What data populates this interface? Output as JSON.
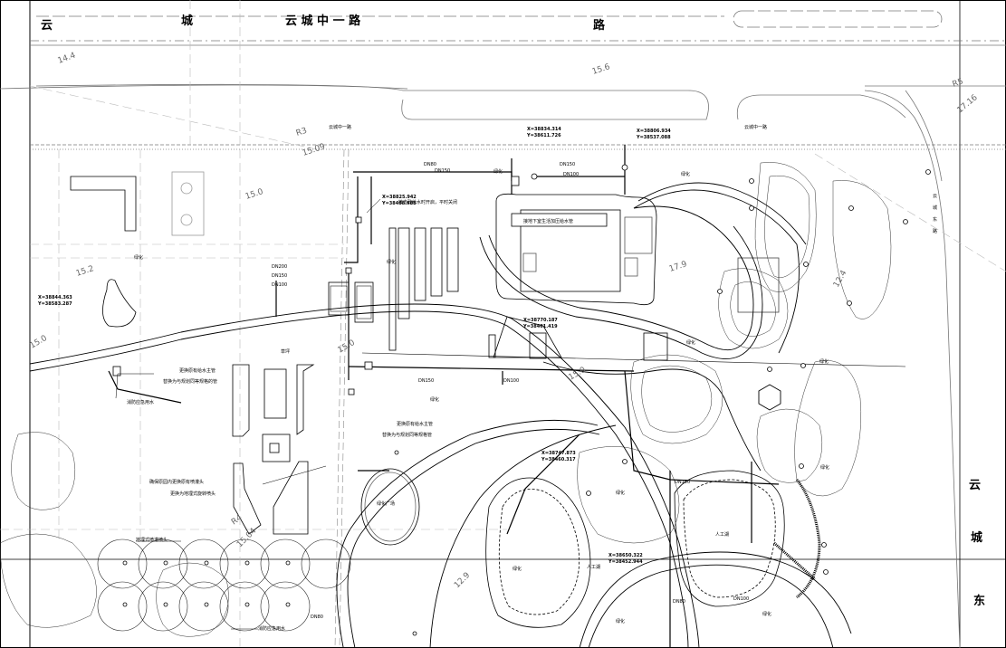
{
  "roads": {
    "top_road": "云 城 中 一 路",
    "top_left_char": "云",
    "top_left_char2": "城",
    "top_road_end_char": "路",
    "east_road_1": "云",
    "east_road_2": "城",
    "east_road_3": "东",
    "side_road_label_1": "云城中一路",
    "side_road_label_2": "云城中一路",
    "side_vertical": [
      "云",
      "城",
      "东",
      "路"
    ]
  },
  "elevations": [
    "14.4",
    "15.6",
    "15.09",
    "15.0",
    "15.2",
    "17.9",
    "12.4",
    "17.16",
    "15.0",
    "15.0",
    "12.9",
    "15.0",
    "15.04"
  ],
  "radii": [
    "R3",
    "R5",
    "R4"
  ],
  "coordinates": [
    {
      "x": "X=38834.314",
      "y": "Y=38611.726"
    },
    {
      "x": "X=38806.934",
      "y": "Y=38537.088"
    },
    {
      "x": "X=38825.942",
      "y": "Y=38468.985"
    },
    {
      "x": "X=38844.363",
      "y": "Y=38583.287"
    },
    {
      "x": "X=38770.187",
      "y": "Y=38461.419"
    },
    {
      "x": "X=38747.873",
      "y": "Y=38460.317"
    },
    {
      "x": "X=38650.322",
      "y": "Y=38452.944"
    }
  ],
  "notes": {
    "pipe_connect": "接市政给水时开启，平时关闭",
    "underground": "接地下室生活加压给水管",
    "replace_main": "更换原有给水主管",
    "replace_branch": "替换为与规划同等规格的管",
    "fire_supply": "消防应急用水",
    "replace_main_2": "更换原有给水主管",
    "replace_branch_2": "替换为与规划同等规格管",
    "inner_spray": "确保原园内更换原有喷灌头",
    "spray_type": "更换为地埋式旋转喷头",
    "buried_spray": "地埋式喷灌喷头",
    "fire_emergency": "消防应急用水",
    "plaza": "绿化广场",
    "water_label": "人工湖",
    "water_label_2": "人工湖"
  },
  "pipes": [
    "DN200",
    "DN150",
    "DN100",
    "DN80",
    "DN150",
    "DN100",
    "DN150",
    "DN100",
    "DN80",
    "DN150",
    "DN100",
    "DN80",
    "DN150"
  ],
  "greening": "绿化",
  "lawn": "草坪"
}
